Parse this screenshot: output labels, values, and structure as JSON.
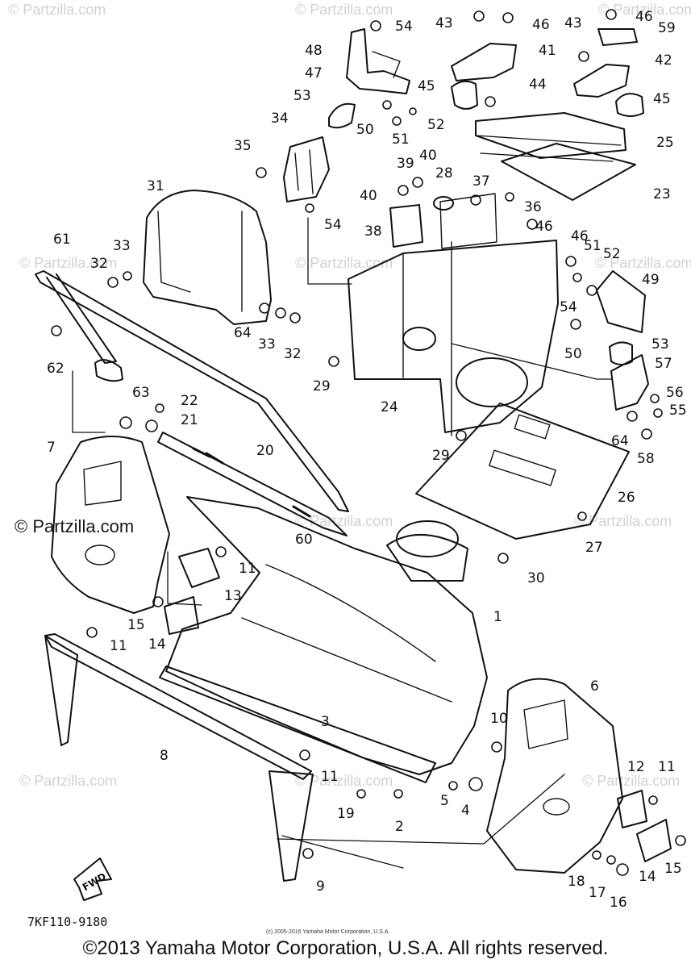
{
  "watermarks": {
    "brand": "© Partzilla.com",
    "brand_left": "© Partzilla.com"
  },
  "diagram": {
    "fwd_label": "FWD",
    "drawing_code": "7KF110-9180",
    "small_copyright": "(c) 2005-2016 Yamaha Motor Corporation, U.S.A.",
    "copyright": "©2013 Yamaha Motor Corporation, U.S.A. All rights reserved.",
    "part_numbers": [
      "1",
      "2",
      "3",
      "4",
      "5",
      "6",
      "7",
      "8",
      "9",
      "10",
      "11",
      "12",
      "13",
      "14",
      "15",
      "16",
      "17",
      "18",
      "19",
      "20",
      "21",
      "22",
      "23",
      "24",
      "25",
      "26",
      "27",
      "28",
      "29",
      "30",
      "31",
      "32",
      "33",
      "34",
      "35",
      "36",
      "37",
      "38",
      "39",
      "40",
      "41",
      "42",
      "43",
      "44",
      "45",
      "46",
      "47",
      "48",
      "49",
      "50",
      "51",
      "52",
      "53",
      "54",
      "55",
      "56",
      "57",
      "58",
      "59",
      "60",
      "61",
      "62",
      "63",
      "64"
    ]
  }
}
